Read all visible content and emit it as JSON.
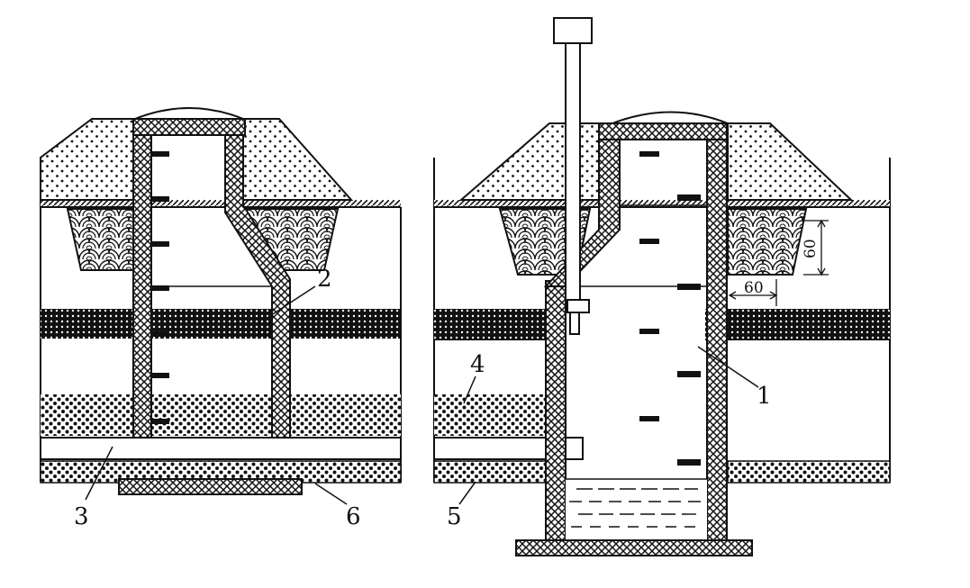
{
  "labels": {
    "riser_pipe": "1",
    "drop_section": "2",
    "inlet_pipe_left": "3",
    "inlet_pipe_right": "4",
    "base_layer_right": "5",
    "base_layer_left": "6"
  },
  "dimensions": {
    "vertical": "60",
    "horizontal": "60"
  }
}
